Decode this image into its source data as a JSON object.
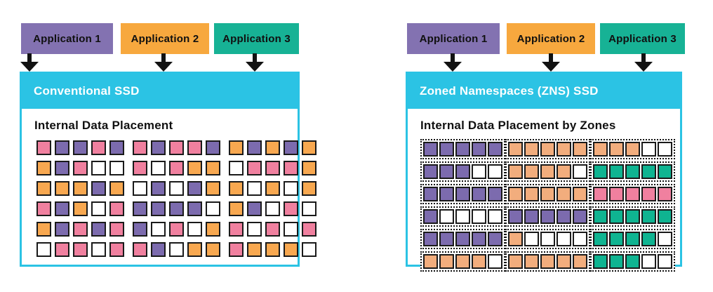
{
  "colors": {
    "accent_cyan": "#2BC3E4",
    "app_purple": "#8372B1",
    "app_orange": "#F7A83E",
    "app_teal": "#17B295",
    "cell_border": "#1A1A1A",
    "arrow_black": "#121212"
  },
  "cell_colors": {
    "p": "#7C6BAE",
    "o": "#F8A850",
    "q": "#F2AD7D",
    "t": "#0FB491",
    "k": "#F0809F",
    "w": "#FFFFFF"
  },
  "cell_legend": {
    "p": "purple-app1-data",
    "o": "orange-app2-data",
    "q": "orange-app2-data-zoned",
    "t": "teal-app3-data",
    "k": "pink-data",
    "w": "empty-block"
  },
  "panels": [
    {
      "header": "Conventional SSD",
      "body_title": "Internal Data Placement",
      "applications": [
        {
          "label": "Application 1",
          "color": "#8372B1"
        },
        {
          "label": "Application 2",
          "color": "#F7A83E"
        },
        {
          "label": "Application 3",
          "color": "#17B295"
        }
      ],
      "grid_rows": [
        [
          "k",
          "p",
          "p",
          "k",
          "p",
          "k",
          "p",
          "k",
          "k",
          "p",
          "o",
          "p",
          "o",
          "p",
          "o"
        ],
        [
          "o",
          "p",
          "k",
          "w",
          "w",
          "k",
          "w",
          "k",
          "o",
          "o",
          "w",
          "k",
          "k",
          "k",
          "o"
        ],
        [
          "o",
          "o",
          "o",
          "p",
          "o",
          "w",
          "p",
          "w",
          "p",
          "o",
          "o",
          "w",
          "o",
          "w",
          "o"
        ],
        [
          "k",
          "p",
          "o",
          "w",
          "k",
          "p",
          "p",
          "p",
          "p",
          "w",
          "o",
          "p",
          "w",
          "k",
          "w"
        ],
        [
          "o",
          "p",
          "k",
          "p",
          "k",
          "p",
          "w",
          "k",
          "w",
          "o",
          "k",
          "w",
          "k",
          "w",
          "k"
        ],
        [
          "w",
          "k",
          "k",
          "w",
          "k",
          "k",
          "p",
          "w",
          "o",
          "o",
          "k",
          "o",
          "o",
          "o",
          "w"
        ]
      ]
    },
    {
      "header": "Zoned Namespaces (ZNS) SSD",
      "body_title": "Internal Data Placement by Zones",
      "applications": [
        {
          "label": "Application 1",
          "color": "#8372B1"
        },
        {
          "label": "Application 2",
          "color": "#F7A83E"
        },
        {
          "label": "Application 3",
          "color": "#17B295"
        }
      ],
      "zone_rows": [
        [
          [
            "p",
            "p",
            "p",
            "p",
            "p"
          ],
          [
            "q",
            "q",
            "q",
            "q",
            "q"
          ],
          [
            "q",
            "q",
            "q",
            "w",
            "w"
          ]
        ],
        [
          [
            "p",
            "p",
            "p",
            "w",
            "w"
          ],
          [
            "q",
            "q",
            "q",
            "q",
            "w"
          ],
          [
            "t",
            "t",
            "t",
            "t",
            "t"
          ]
        ],
        [
          [
            "p",
            "p",
            "p",
            "p",
            "p"
          ],
          [
            "q",
            "q",
            "q",
            "q",
            "q"
          ],
          [
            "k",
            "k",
            "k",
            "k",
            "k"
          ]
        ],
        [
          [
            "p",
            "w",
            "w",
            "w",
            "w"
          ],
          [
            "p",
            "p",
            "p",
            "p",
            "p"
          ],
          [
            "t",
            "t",
            "t",
            "t",
            "t"
          ]
        ],
        [
          [
            "p",
            "p",
            "p",
            "p",
            "p"
          ],
          [
            "q",
            "w",
            "w",
            "w",
            "w"
          ],
          [
            "t",
            "t",
            "t",
            "t",
            "w"
          ]
        ],
        [
          [
            "q",
            "q",
            "q",
            "q",
            "w"
          ],
          [
            "q",
            "q",
            "q",
            "q",
            "q"
          ],
          [
            "t",
            "t",
            "t",
            "w",
            "w"
          ]
        ]
      ]
    }
  ]
}
